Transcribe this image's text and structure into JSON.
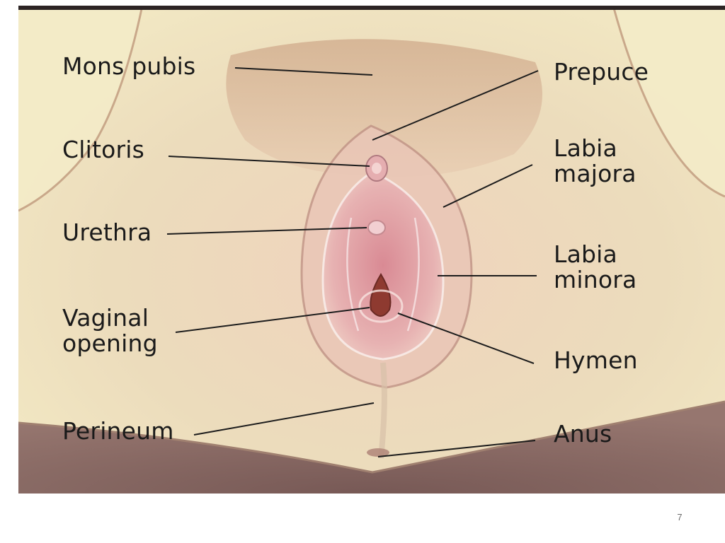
{
  "figure": {
    "labels": {
      "mons_pubis": "Mons pubis",
      "clitoris": "Clitoris",
      "urethra": "Urethra",
      "vaginal_opening": [
        "Vaginal",
        "opening"
      ],
      "perineum": "Perineum",
      "prepuce": "Prepuce",
      "labia_majora": [
        "Labia",
        "majora"
      ],
      "labia_minora": [
        "Labia",
        "minora"
      ],
      "hymen": "Hymen",
      "anus": "Anus"
    }
  },
  "page_number": "7"
}
